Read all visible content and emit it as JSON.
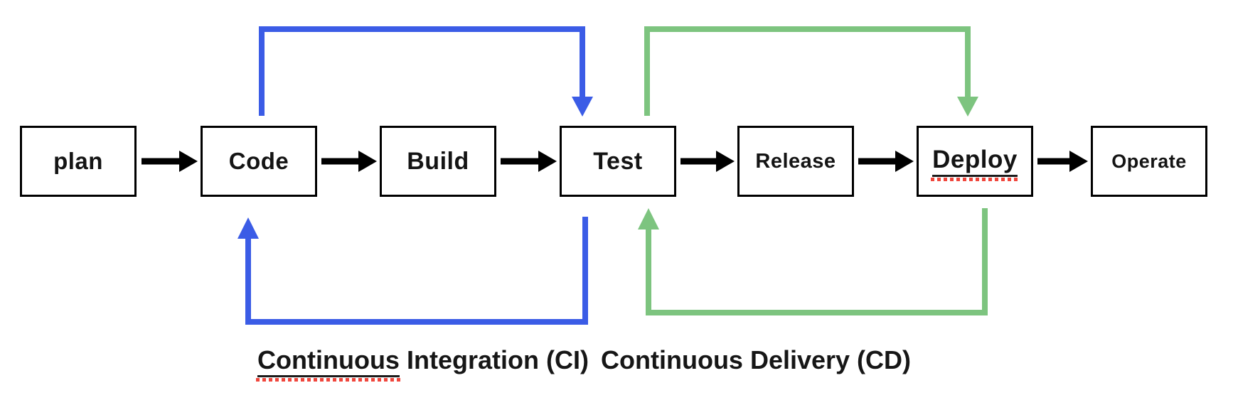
{
  "theme": {
    "ci_blue": "#3B5CE6",
    "cd_green": "#7DC47F",
    "spell_red": "#F0463C",
    "ink": "#000000"
  },
  "nodes": [
    {
      "label": "plan"
    },
    {
      "label": "Code"
    },
    {
      "label": "Build"
    },
    {
      "label": "Test"
    },
    {
      "label": "Release"
    },
    {
      "label": "Deploy"
    },
    {
      "label": "Operate"
    }
  ],
  "ci": {
    "flagged_word": "Continuous",
    "label_rest": "Integration (CI)",
    "full_label": "Continuous Integration (CI)",
    "loop_from": "Code",
    "loop_to": "Test"
  },
  "cd": {
    "label": "Continuous Delivery (CD)",
    "loop_from": "Test",
    "loop_to": "Deploy"
  }
}
